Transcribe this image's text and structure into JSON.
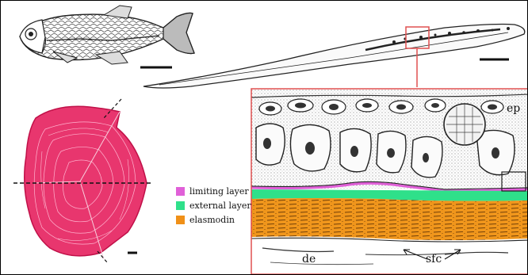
{
  "legend": [
    {
      "label": "limiting layer",
      "color": "#e060d8"
    },
    {
      "label": "external layer",
      "color": "#2fe08a"
    },
    {
      "label": "elasmodin",
      "color": "#f09018"
    }
  ],
  "labels": {
    "epidermis": "ep",
    "dermis": "de",
    "scale_forming_cells": "sfc"
  },
  "colors": {
    "scale": "#e8366e",
    "highlight_box": "#e05050",
    "fish_line": "#222222"
  },
  "icons": [
    "adult-fish-illustration",
    "larval-fish-illustration",
    "scale-illustration",
    "scale-section-illustration"
  ]
}
